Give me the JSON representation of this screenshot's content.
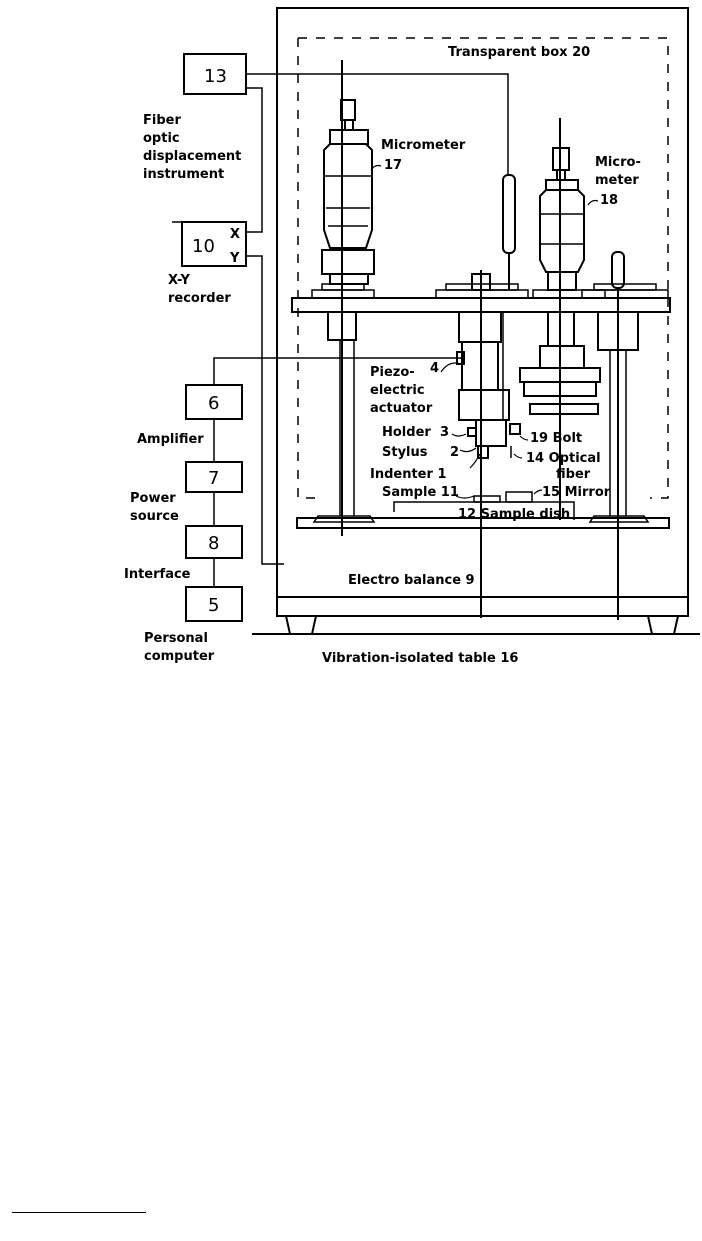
{
  "labels": {
    "box_13": "13",
    "fiber_optic": [
      "Fiber",
      "optic",
      "displacement",
      "instrument"
    ],
    "box_10": "10",
    "x_mark": "X",
    "y_mark": "Y",
    "xy_recorder": [
      "X-Y",
      "recorder"
    ],
    "box_6": "6",
    "amplifier": "Amplifier",
    "box_7": "7",
    "power_source": [
      "Power",
      "source"
    ],
    "box_8": "8",
    "interface": "Interface",
    "box_5": "5",
    "personal_computer": [
      "Personal",
      "computer"
    ],
    "transparent_box": "Transparent box 20",
    "micrometer_17": [
      "Micrometer",
      "17"
    ],
    "micrometer_18": [
      "Micro-",
      "meter",
      "18"
    ],
    "piezo": [
      "Piezo-",
      "electric",
      "actuator"
    ],
    "piezo_num": "4",
    "holder": "Holder",
    "holder_num": "3",
    "stylus": "Stylus",
    "stylus_num": "2",
    "indenter": "Indenter 1",
    "sample": "Sample 11",
    "bolt": "19 Bolt",
    "optical_fiber": [
      "14 Optical",
      "fiber"
    ],
    "mirror": "15 Mirror",
    "sample_dish": "12 Sample dish",
    "electro_balance": "Electro balance 9",
    "vibration_table": "Vibration-isolated table 16"
  }
}
